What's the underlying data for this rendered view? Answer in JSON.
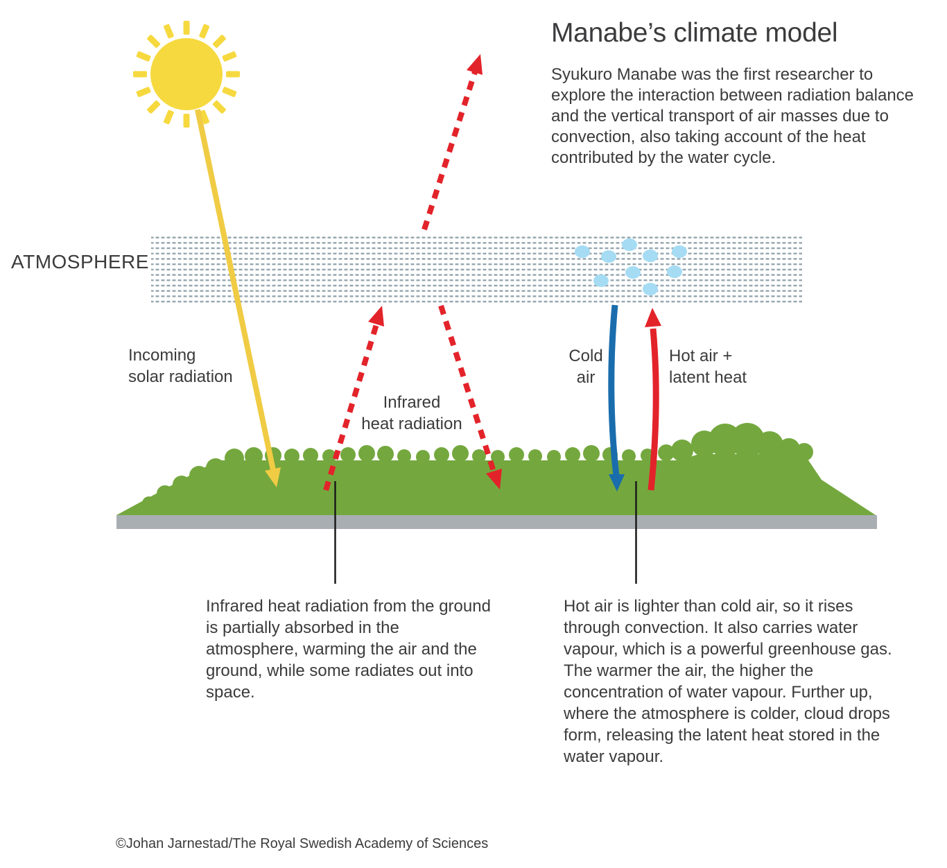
{
  "header": {
    "title": "Manabe’s climate model",
    "intro": "Syukuro Manabe was the first researcher to explore the interaction between radiation balance and the vertical transport of air masses due to convection, also taking account of the heat contributed by the water cycle."
  },
  "diagram_labels": {
    "atmosphere": "ATMOSPHERE",
    "incoming_solar": "Incoming\nsolar radiation",
    "infrared_heat": "Infrared\nheat radiation",
    "cold_air": "Cold\nair",
    "hot_air": "Hot air +\nlatent heat"
  },
  "captions": {
    "left": "Infrared heat radiation from the ground is partially absorbed in the atmosphere, warming the air and the ground, while some radiates out into space.",
    "right": "Hot air is lighter than cold air, so it rises through convection. It also carries water vapour, which is a powerful greenhouse gas. The warmer the air, the higher the concentration of water vapour. Further up, where the atmosphere is colder, cloud drops form, releasing the latent heat stored in the water vapour."
  },
  "credit": "©Johan Jarnestad/The Royal Swedish Academy of Sciences",
  "icons": [
    "sun-icon",
    "solar-radiation-arrow",
    "atmosphere-band",
    "cloud-drops",
    "infrared-up-arrow",
    "infrared-escape-arrow",
    "infrared-down-arrow",
    "cold-air-arrow",
    "hot-air-arrow",
    "ground",
    "pointer-line-left",
    "pointer-line-right"
  ],
  "colors": {
    "text": "#3B3B3D",
    "sun-yellow": "#F6D93F",
    "arrow-yellow": "#F0CB44",
    "radiation-red": "#E3232A",
    "cold-blue": "#1A6DAD",
    "ground-green": "#74A83E",
    "ground-gray": "#A9AEB3",
    "atmosphere-dash": "#93A4AC",
    "cloud-blue": "#A5DCF4",
    "pointer-black": "#1A1A1A"
  }
}
